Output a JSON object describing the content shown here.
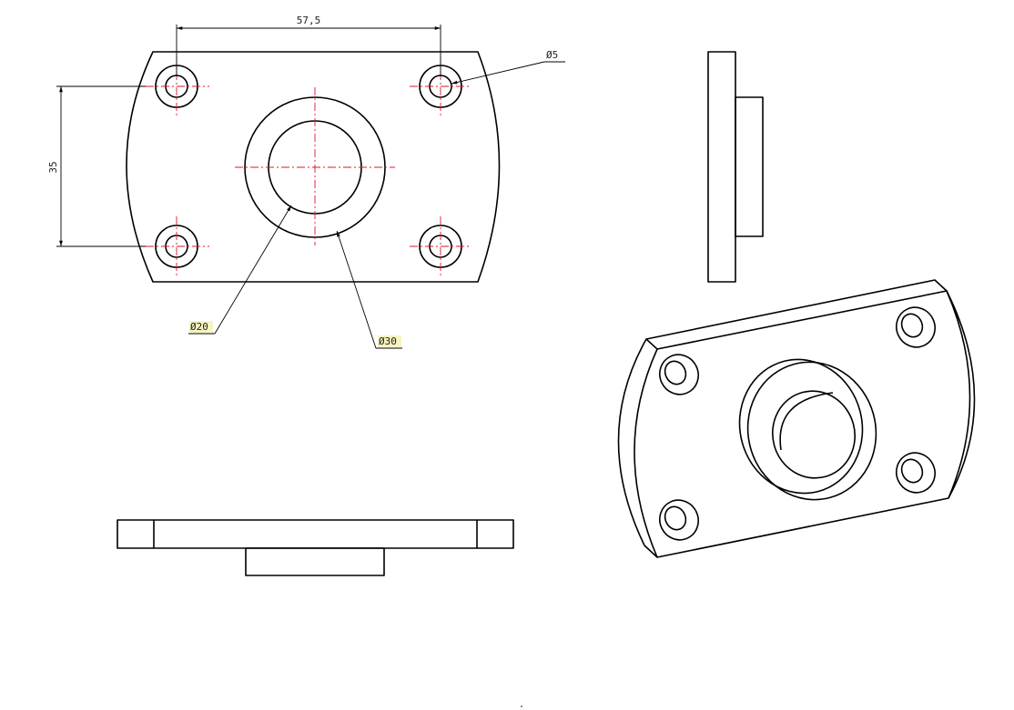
{
  "dimensions": {
    "width_label": "57,5",
    "height_label": "35",
    "small_hole_label": "Ø5",
    "bore_label": "Ø20",
    "boss_label": "Ø30"
  },
  "colors": {
    "line": "#000000",
    "centerline": "#e0142a",
    "label_highlight": "#f7f4c0"
  }
}
